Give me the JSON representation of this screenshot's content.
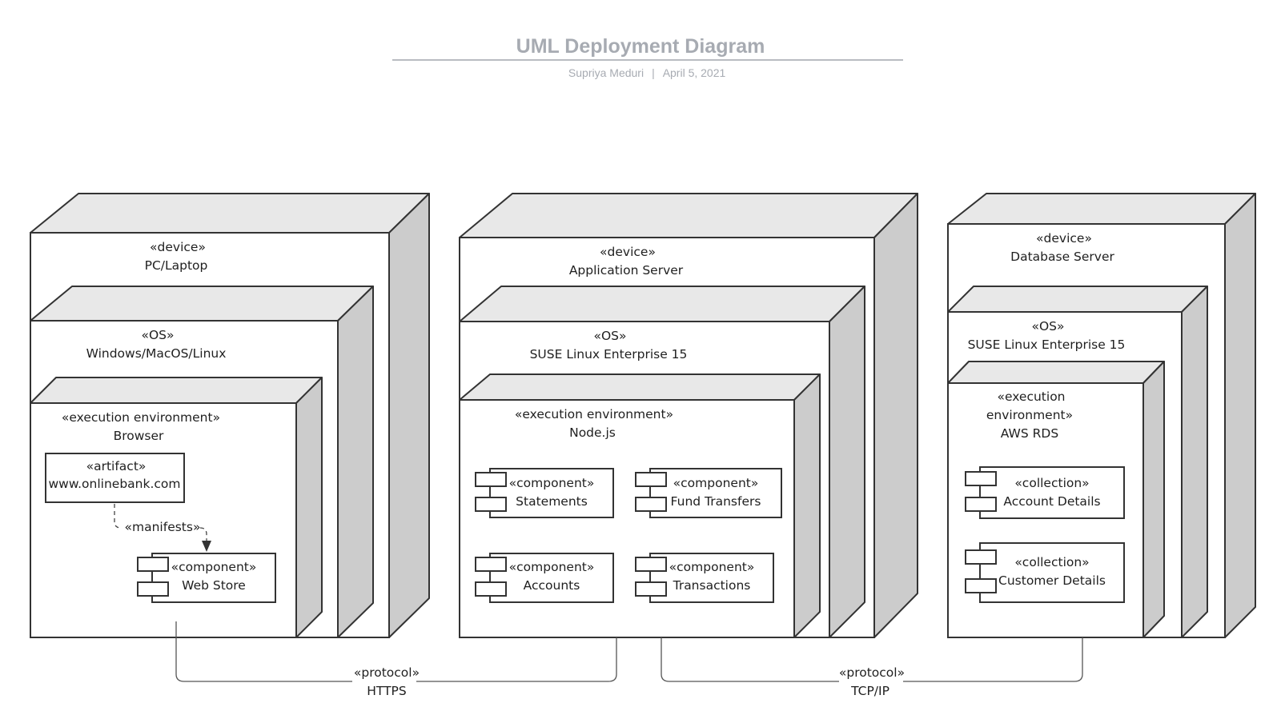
{
  "header": {
    "title": "UML Deployment Diagram",
    "author": "Supriya Meduri",
    "separator": "|",
    "date": "April 5, 2021"
  },
  "nodes": {
    "pc": {
      "device_stereotype": "«device»",
      "device_name": "PC/Laptop",
      "os_stereotype": "«OS»",
      "os_name": "Windows/MacOS/Linux",
      "env_stereotype": "«execution environment»",
      "env_name": "Browser",
      "artifact_stereotype": "«artifact»",
      "artifact_name": "www.onlinebank.com",
      "manifests_label": "«manifests»",
      "component_stereotype": "«component»",
      "component_name": "Web Store"
    },
    "app": {
      "device_stereotype": "«device»",
      "device_name": "Application Server",
      "os_stereotype": "«OS»",
      "os_name": "SUSE Linux Enterprise 15",
      "env_stereotype": "«execution environment»",
      "env_name": "Node.js",
      "components": [
        {
          "stereotype": "«component»",
          "name": "Statements"
        },
        {
          "stereotype": "«component»",
          "name": "Fund Transfers"
        },
        {
          "stereotype": "«component»",
          "name": "Accounts"
        },
        {
          "stereotype": "«component»",
          "name": "Transactions"
        }
      ]
    },
    "db": {
      "device_stereotype": "«device»",
      "device_name": "Database Server",
      "os_stereotype": "«OS»",
      "os_name": "SUSE Linux Enterprise 15",
      "env_stereotype_line1": "«execution",
      "env_stereotype_line2": "environment»",
      "env_name": "AWS RDS",
      "collections": [
        {
          "stereotype": "«collection»",
          "name": "Account Details"
        },
        {
          "stereotype": "«collection»",
          "name": "Customer Details"
        }
      ]
    }
  },
  "connections": [
    {
      "stereotype": "«protocol»",
      "name": "HTTPS"
    },
    {
      "stereotype": "«protocol»",
      "name": "TCP/IP"
    }
  ]
}
